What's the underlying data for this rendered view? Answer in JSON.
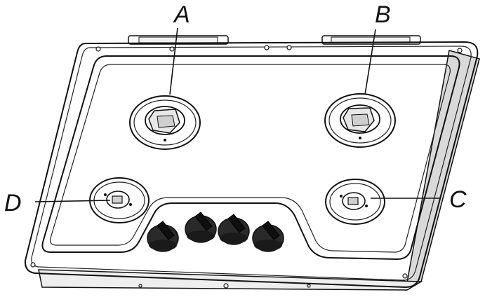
{
  "diagram": {
    "callouts": {
      "a": "A",
      "b": "B",
      "c": "C",
      "d": "D"
    },
    "knob_count": 4,
    "colors": {
      "line": "#111111",
      "knob": "#1a1a1a",
      "background": "#ffffff"
    }
  }
}
